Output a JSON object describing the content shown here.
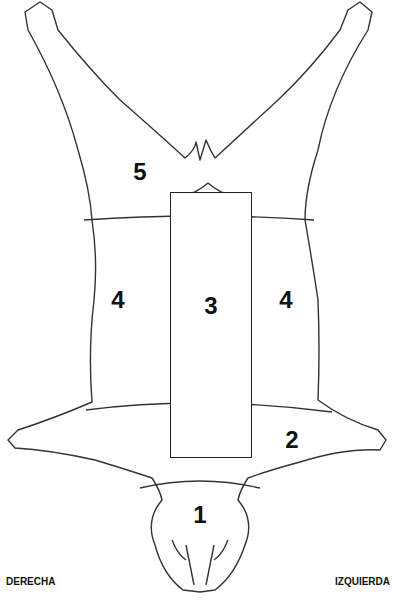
{
  "diagram": {
    "nodes": [
      {
        "text": [
          "3"
        ]
      }
    ],
    "labels": [
      "5",
      "4",
      "4",
      "2",
      "1",
      "DERECHA",
      "IZQUIERDA"
    ]
  }
}
